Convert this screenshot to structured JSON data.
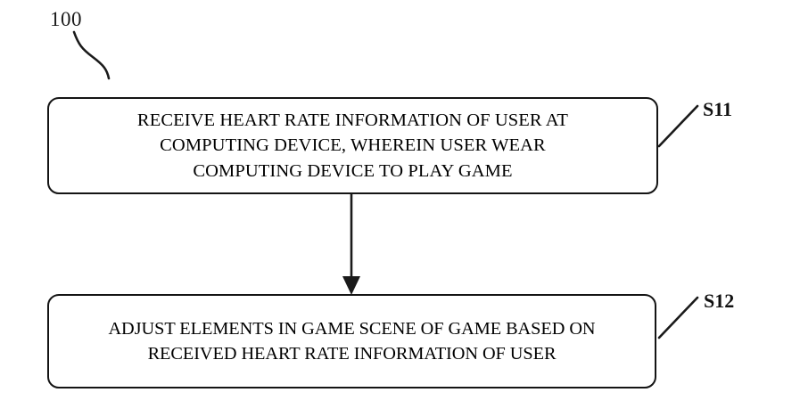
{
  "figure": {
    "reference_number": "100",
    "type": "patent-flowchart",
    "background_color": "#ffffff",
    "line_color": "#141414"
  },
  "steps": [
    {
      "id": "S11",
      "label": "S11",
      "text": "RECEIVE HEART RATE INFORMATION OF USER AT\nCOMPUTING DEVICE, WHEREIN USER WEAR\nCOMPUTING DEVICE TO PLAY GAME",
      "lines": [
        "RECEIVE HEART RATE INFORMATION OF USER AT",
        "COMPUTING DEVICE, WHEREIN USER WEAR",
        "COMPUTING DEVICE TO PLAY GAME"
      ]
    },
    {
      "id": "S12",
      "label": "S12",
      "text": "ADJUST ELEMENTS IN GAME SCENE OF GAME BASED ON\nRECEIVED HEART RATE INFORMATION OF USER",
      "lines": [
        "ADJUST ELEMENTS IN GAME SCENE OF GAME BASED ON",
        "RECEIVED HEART RATE INFORMATION OF USER"
      ]
    }
  ],
  "connectors": [
    {
      "id": "s11-to-s12",
      "from": "S11",
      "to": "S12",
      "style": "solid-line-with-filled-arrowhead",
      "direction": "down"
    }
  ],
  "leader_lines": [
    {
      "id": "figure-leader",
      "target": "figure-100",
      "style": "curved"
    },
    {
      "id": "s11-leader",
      "target": "S11",
      "style": "straight-diagonal"
    },
    {
      "id": "s12-leader",
      "target": "S12",
      "style": "straight-diagonal"
    }
  ]
}
